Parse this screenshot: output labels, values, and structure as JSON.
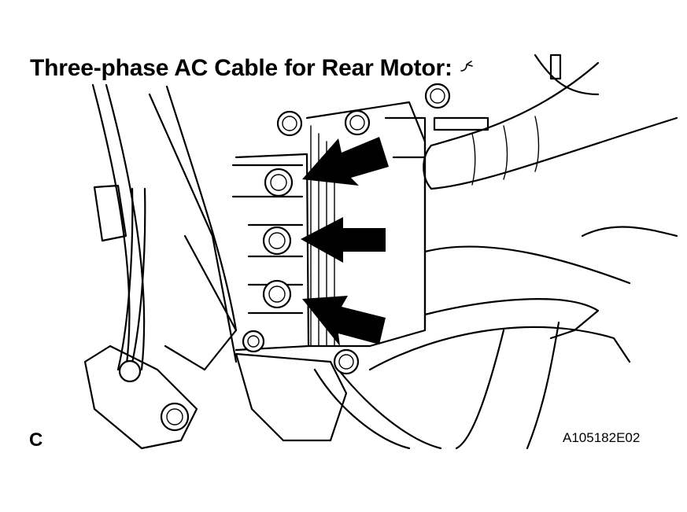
{
  "figure": {
    "title": "Three-phase AC Cable for Rear Motor:",
    "corner_letter": "C",
    "reference_code": "A105182E02"
  },
  "colors": {
    "ink": "#000000",
    "paper": "#ffffff"
  },
  "callout_icon": "connector-tag-icon"
}
